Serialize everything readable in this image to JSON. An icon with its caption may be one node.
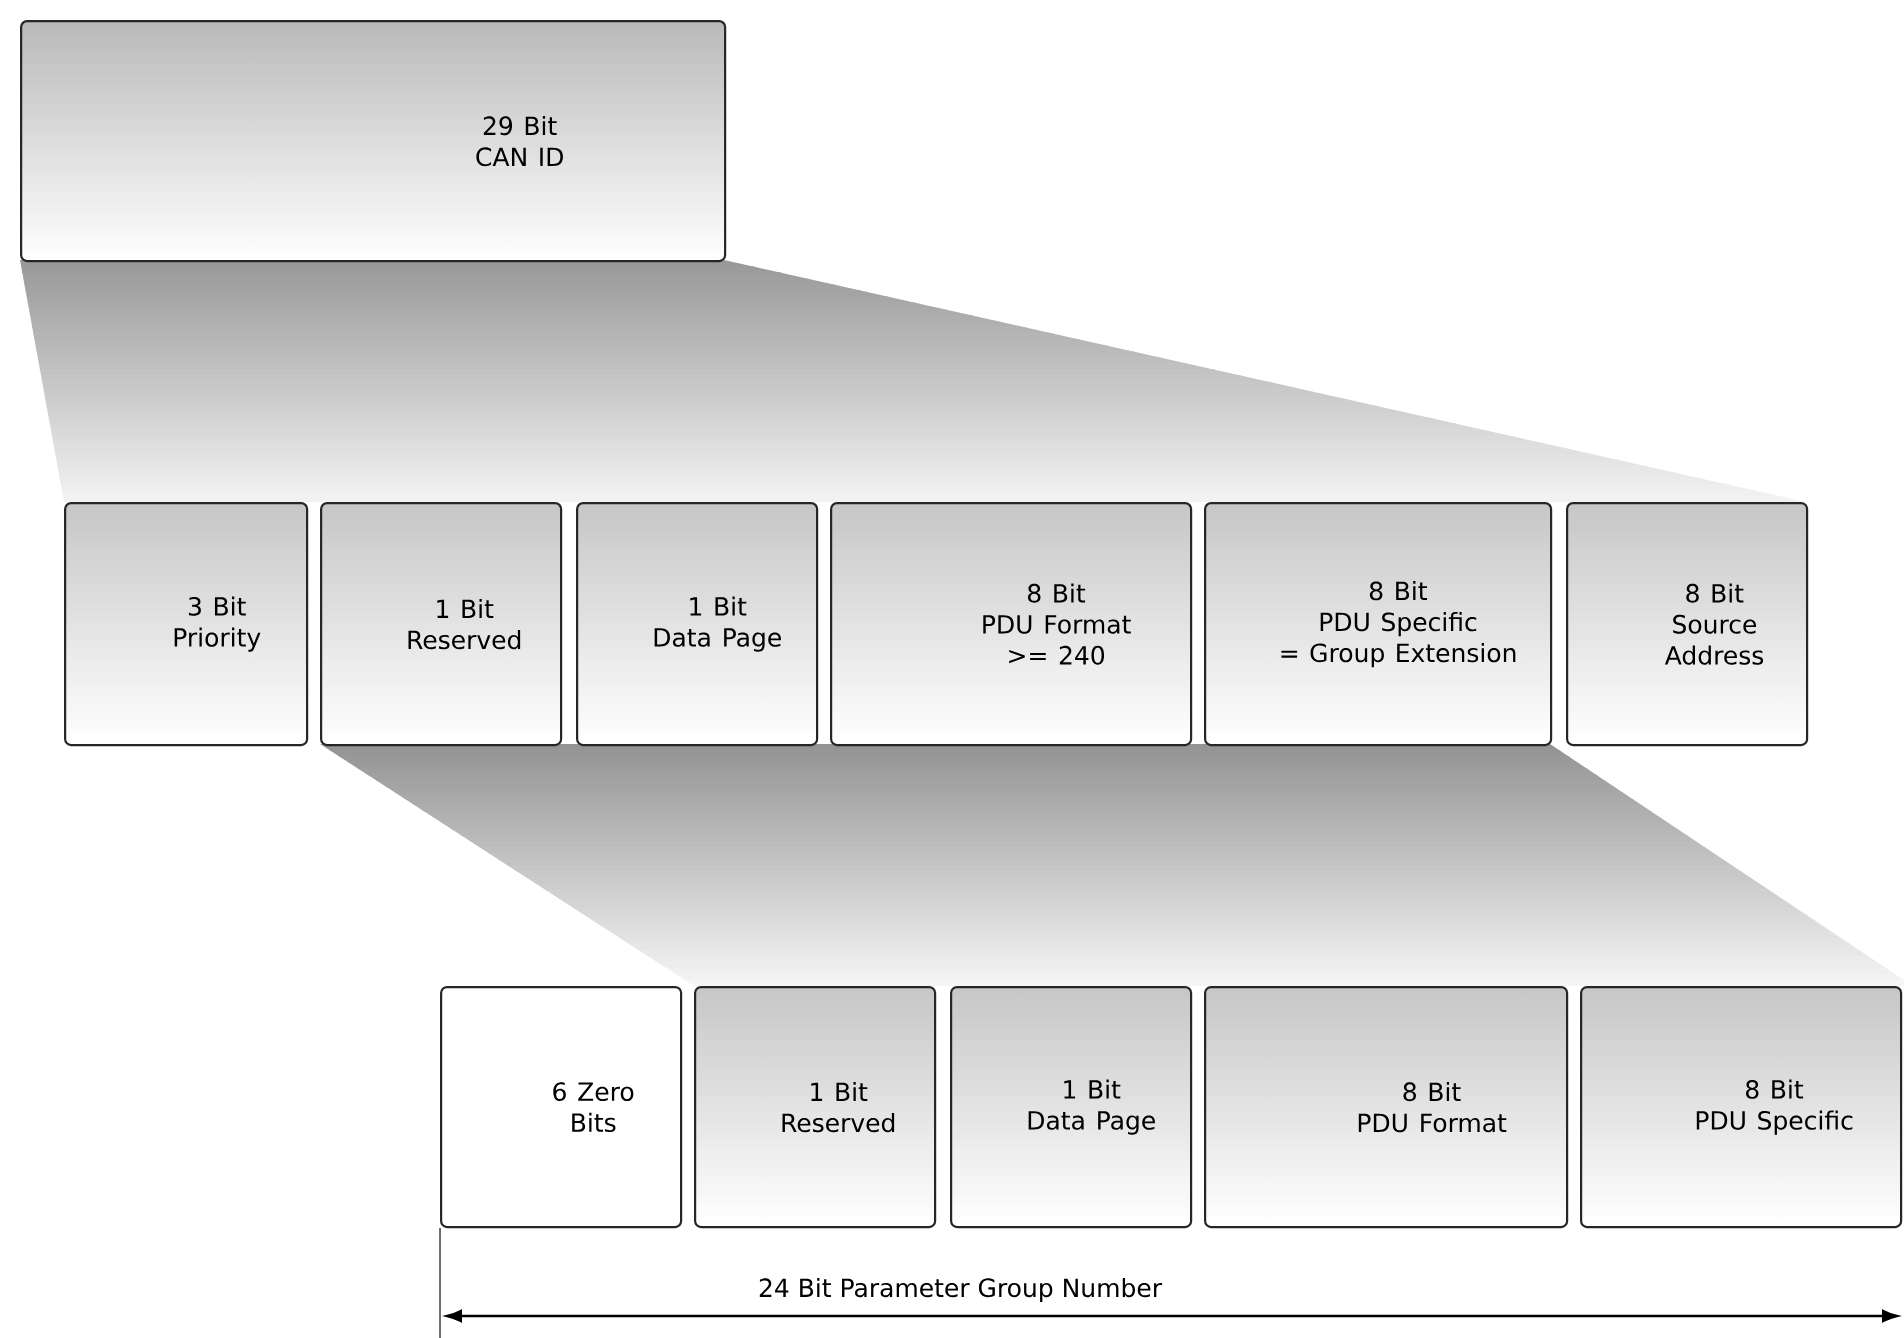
{
  "diagram": {
    "nodes": [
      {
        "text": [
          "29 Bit CAN ID"
        ]
      },
      {
        "text": [
          "3 Bit Priority"
        ]
      },
      {
        "text": [
          "1 Bit Reserved"
        ]
      },
      {
        "text": [
          "1 Bit Data Page"
        ]
      },
      {
        "text": [
          "8 Bit PDU Format >= 240"
        ]
      },
      {
        "text": [
          "8 Bit PDU Specific = Group Extension"
        ]
      },
      {
        "text": [
          "8 Bit Source Address"
        ]
      },
      {
        "text": [
          "6 Zero Bits"
        ]
      },
      {
        "text": [
          "1 Bit Reserved"
        ]
      },
      {
        "text": [
          "1 Bit Data Page"
        ]
      },
      {
        "text": [
          "8 Bit PDU Format"
        ]
      },
      {
        "text": [
          "8 Bit PDU Specific"
        ]
      }
    ],
    "labels": [
      "24 Bit Parameter Group Number"
    ]
  }
}
